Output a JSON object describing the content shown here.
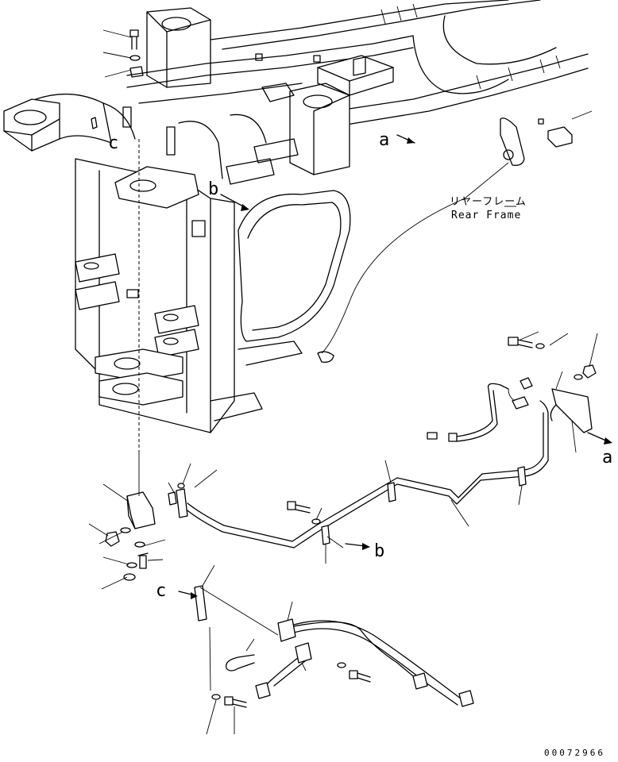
{
  "labels": {
    "a": "a",
    "b": "b",
    "c": "c",
    "rear_frame_jp": "リヤーフレーム",
    "rear_frame_en": "Rear Frame",
    "drawing_number": "00072966"
  }
}
